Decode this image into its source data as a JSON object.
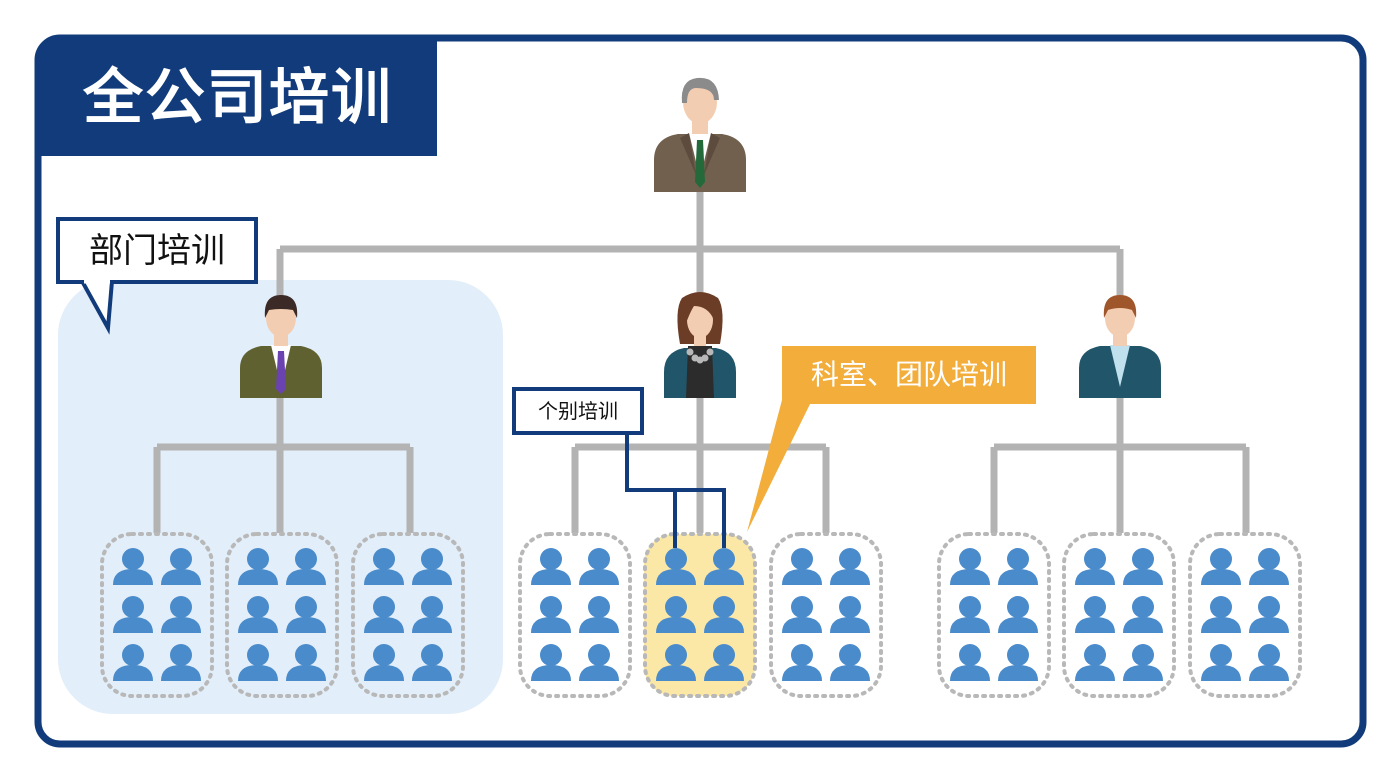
{
  "title": "全公司培训",
  "callouts": {
    "department": "部门培训",
    "individual": "个别培训",
    "section_team": "科室、团队培训"
  },
  "colors": {
    "navy": "#113b7a",
    "connector_gray": "#b3b3b3",
    "dept_highlight": "#e2eef9",
    "team_callout": "#f2ad3b",
    "team_highlight": "#fbe8a6",
    "member_icon": "#4a8bcb",
    "group_border": "#b8b8b8"
  },
  "icons": {
    "executive": "executive-man-icon",
    "managers": [
      "manager-man-icon",
      "manager-woman-icon",
      "manager-man-icon"
    ],
    "member": "person-icon"
  },
  "structure": {
    "managers": 3,
    "groups_per_manager": 3,
    "members_per_group": 6
  }
}
